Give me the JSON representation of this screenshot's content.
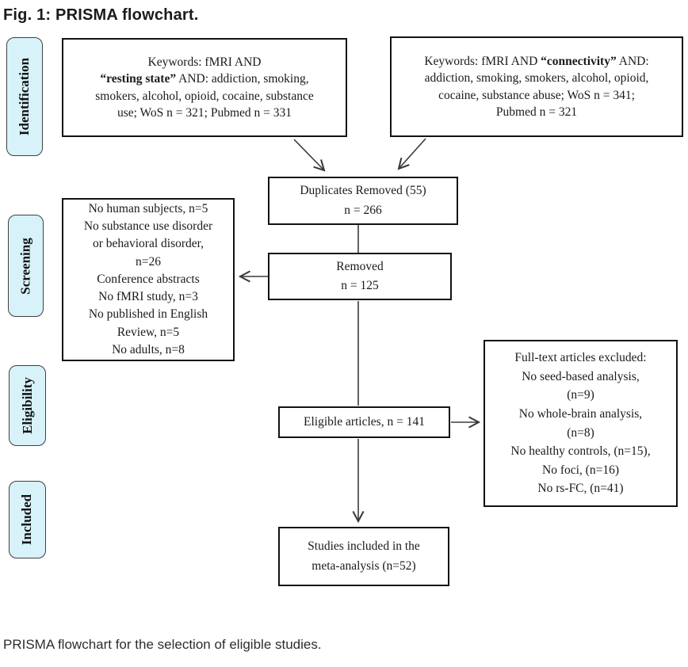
{
  "figure": {
    "title": "Fig. 1: PRISMA flowchart.",
    "caption": "PRISMA flowchart for the selection of eligible studies."
  },
  "stages": [
    {
      "label": "Identification"
    },
    {
      "label": "Screening"
    },
    {
      "label": "Eligibility"
    },
    {
      "label": "Included"
    }
  ],
  "boxes": {
    "search_resting": {
      "pre": "Keywords: fMRI AND\n",
      "bold": "“resting state”",
      "post": " AND: addiction, smoking,\nsmokers, alcohol, opioid, cocaine, substance\nuse; WoS n = 321; Pubmed n = 331"
    },
    "search_connectivity": {
      "pre": "Keywords: fMRI AND ",
      "bold": "“connectivity”",
      "post": " AND:\naddiction, smoking, smokers, alcohol, opioid,\ncocaine, substance abuse; WoS n = 341;\nPubmed n = 321"
    },
    "duplicates": {
      "text": "Duplicates Removed (55)\nn = 266"
    },
    "removed": {
      "text": "Removed\nn = 125"
    },
    "screening_exclusions": {
      "text": "No human subjects, n=5\nNo substance use disorder\nor behavioral disorder,\nn=26\nConference abstracts\nNo fMRI study, n=3\nNo published in English\nReview, n=5\nNo adults, n=8"
    },
    "eligible": {
      "text": "Eligible articles, n = 141"
    },
    "fulltext_exclusions": {
      "text": "Full-text articles excluded:\nNo seed-based analysis,\n(n=9)\nNo whole-brain analysis,\n(n=8)\nNo healthy controls, (n=15),\nNo foci, (n=16)\nNo rs-FC, (n=41)"
    },
    "included_studies": {
      "text": "Studies included in the\nmeta-analysis (n=52)"
    }
  },
  "colors": {
    "stage_fill": "#d7f2f9",
    "stage_border": "#3f3f3f",
    "box_border": "#121212",
    "arrow": "#3a3a3a"
  }
}
